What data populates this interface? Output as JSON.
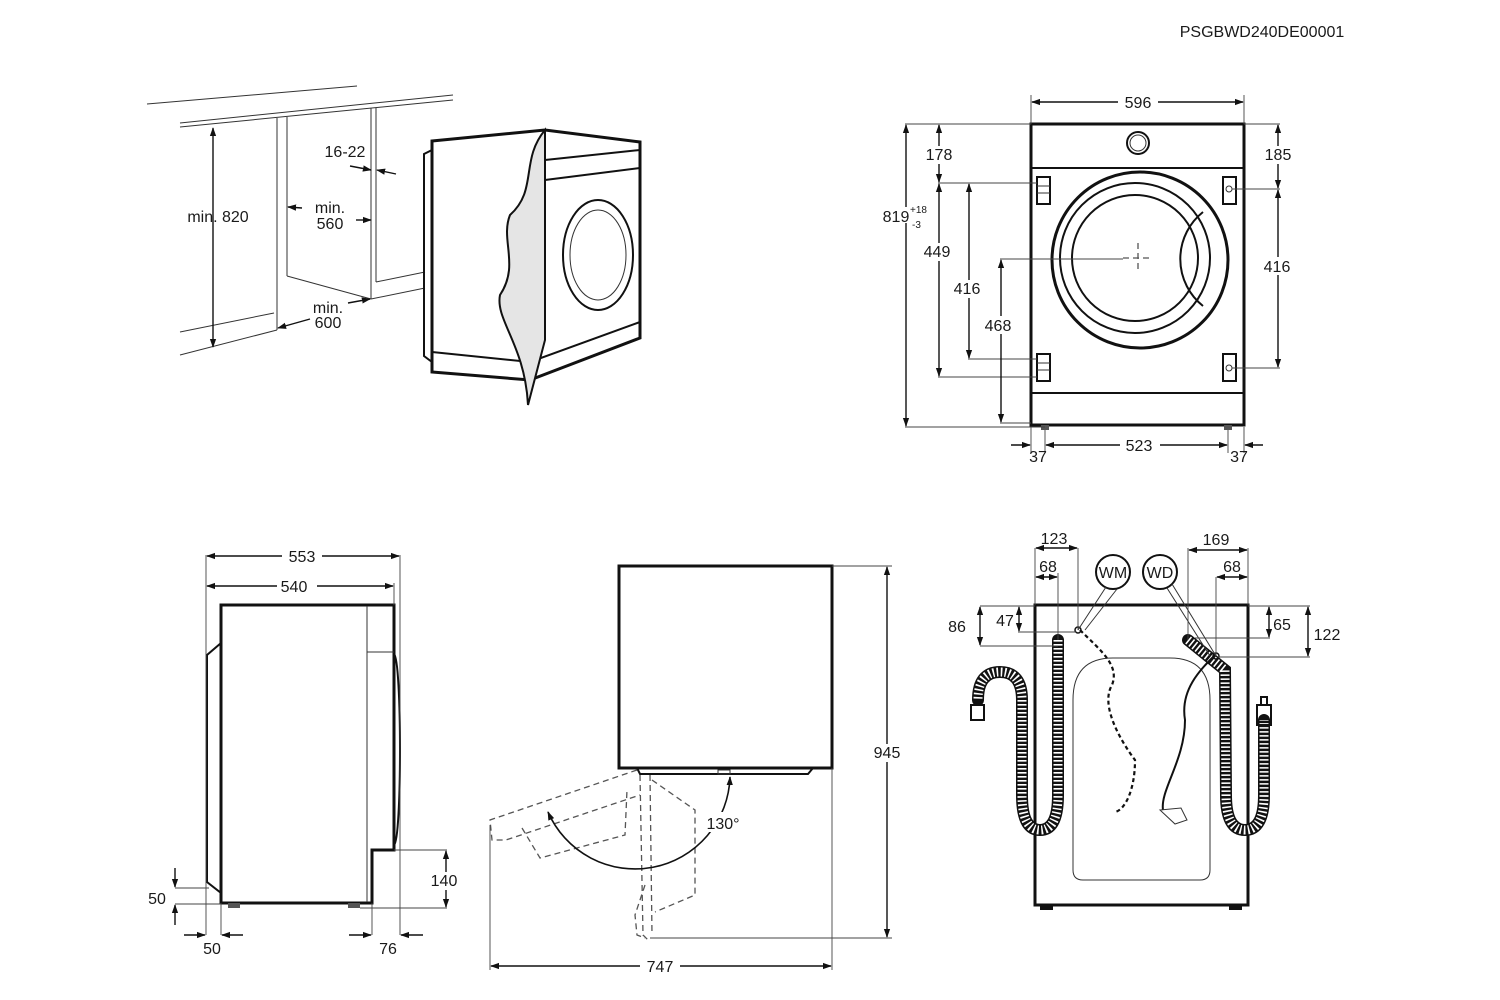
{
  "document_code": "PSGBWD240DE00001",
  "installation_view": {
    "height_label": "min. 820",
    "panel_label": "16-22",
    "width_label_line1": "min.",
    "width_label_line2": "560",
    "depth_label_line1": "min.",
    "depth_label_line2": "600"
  },
  "front_view": {
    "width": "596",
    "height_main": "819",
    "height_tol_plus": "+18",
    "height_tol_minus": "-3",
    "left_top": "178",
    "left_hinge_span_outer": "449",
    "left_hinge_span_inner": "416",
    "door_center_height": "468",
    "right_top": "185",
    "right_span": "416",
    "feet_left": "37",
    "feet_span": "523",
    "feet_right": "37"
  },
  "side_view": {
    "depth_total": "553",
    "depth_body": "540",
    "plinth_height": "140",
    "foot_height": "50",
    "rear_offset": "50",
    "front_offset": "76"
  },
  "top_view": {
    "door_angle": "130°",
    "total_depth": "945",
    "total_width": "747"
  },
  "rear_view": {
    "left_outer": "123",
    "left_inner": "68",
    "right_outer": "169",
    "right_inner": "68",
    "left_height_outer": "86",
    "left_height_inner": "47",
    "right_height_inner": "65",
    "right_height_outer": "122",
    "callout_wm": "WM",
    "callout_wd": "WD"
  }
}
